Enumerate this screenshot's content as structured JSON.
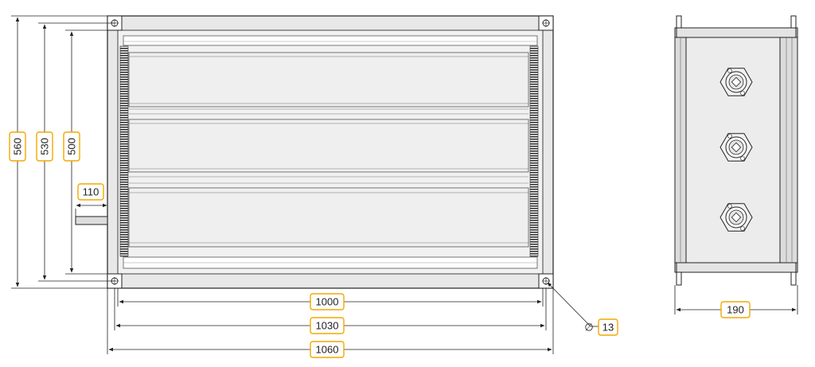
{
  "front_view": {
    "dimensions": {
      "height_outer": "560",
      "height_mid": "530",
      "height_inner": "500",
      "shaft_length": "110",
      "width_inner": "1000",
      "width_mid": "1030",
      "width_outer": "1060",
      "hole_diameter_symbol": "∅",
      "hole_diameter": "13"
    }
  },
  "side_view": {
    "dimensions": {
      "depth": "190"
    }
  },
  "colors": {
    "label_border": "#f2a900",
    "line": "#222222",
    "frame_fill": "#e6e6e6",
    "blade_fill": "#efefef"
  }
}
